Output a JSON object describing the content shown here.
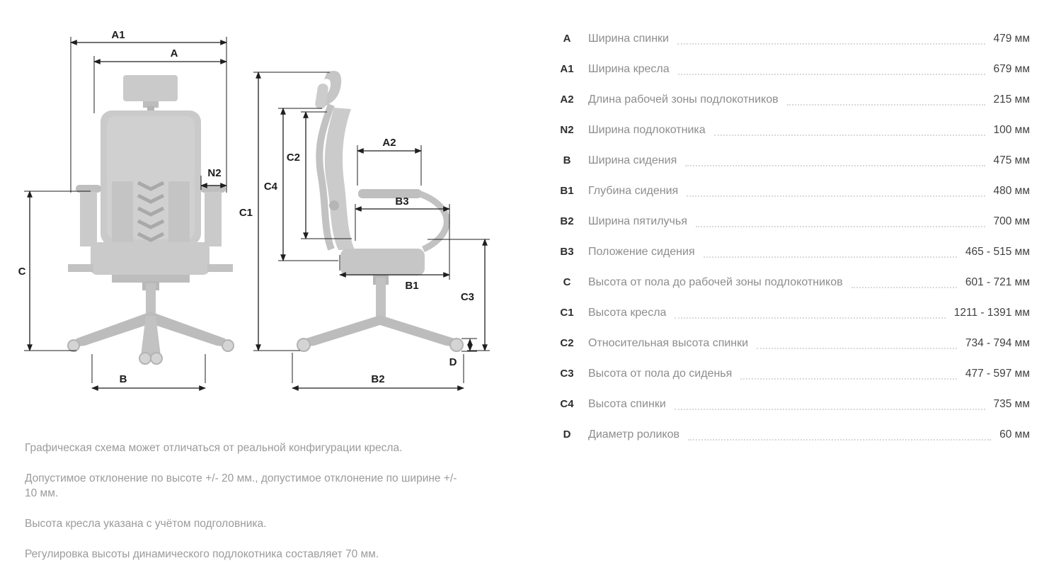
{
  "diagram": {
    "labels": {
      "a1": "A1",
      "a": "A",
      "n2": "N2",
      "c": "C",
      "b": "B",
      "c1": "C1",
      "c2": "C2",
      "c4": "C4",
      "a2": "A2",
      "b3": "B3",
      "b1": "B1",
      "c3": "C3",
      "d": "D",
      "b2": "B2"
    }
  },
  "specs": {
    "rows": [
      {
        "code": "A",
        "label": "Ширина спинки",
        "value": "479 мм"
      },
      {
        "code": "A1",
        "label": "Ширина кресла",
        "value": "679 мм"
      },
      {
        "code": "A2",
        "label": "Длина рабочей зоны подлокотников",
        "value": "215 мм"
      },
      {
        "code": "N2",
        "label": "Ширина подлокотника",
        "value": "100 мм"
      },
      {
        "code": "B",
        "label": "Ширина сидения",
        "value": "475 мм"
      },
      {
        "code": "B1",
        "label": "Глубина сидения",
        "value": "480 мм"
      },
      {
        "code": "B2",
        "label": "Ширина пятилучья",
        "value": "700 мм"
      },
      {
        "code": "B3",
        "label": "Положение сидения",
        "value": "465 - 515 мм"
      },
      {
        "code": "C",
        "label": "Высота от пола до рабочей зоны подлокотников",
        "value": "601 - 721 мм"
      },
      {
        "code": "C1",
        "label": "Высота кресла",
        "value": "1211 - 1391 мм"
      },
      {
        "code": "C2",
        "label": "Относительная высота спинки",
        "value": "734 - 794 мм"
      },
      {
        "code": "C3",
        "label": "Высота от пола до сиденья",
        "value": "477 - 597 мм"
      },
      {
        "code": "C4",
        "label": "Высота спинки",
        "value": "735 мм"
      },
      {
        "code": "D",
        "label": "Диаметр роликов",
        "value": "60 мм"
      }
    ]
  },
  "notes": [
    "Графическая схема может отличаться от реальной конфигурации кресла.",
    "Допустимое отклонение по высоте +/- 20 мм., допустимое отклонение по ширине +/- 10 мм.",
    "Высота кресла указана с учётом подголовника.",
    "Регулировка высоты динамического подлокотника составляет 70 мм."
  ],
  "colors": {
    "chair_fill": "#c9cac9",
    "dim_line": "#1f1f1f",
    "label_text": "#8d8d8d",
    "code_text": "#2d2d2d",
    "value_text": "#414141",
    "note_text": "#9b9b9b",
    "leader_dot": "#d9d9d9"
  }
}
